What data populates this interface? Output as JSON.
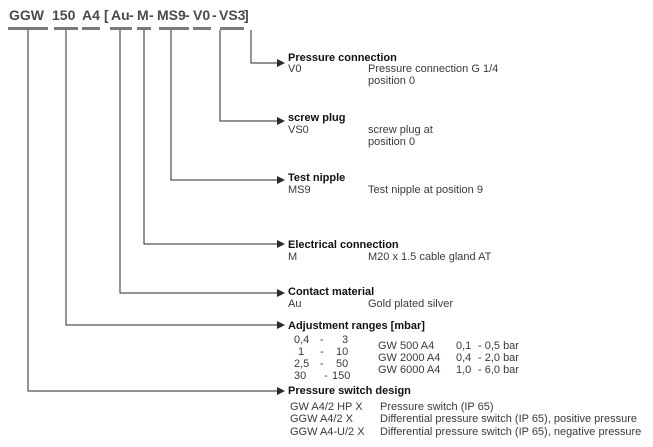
{
  "order_code": {
    "part1": "GGW",
    "part2": "150",
    "part3": "A4",
    "bracket_open": "[",
    "part4": "Au",
    "dash1": "-",
    "part5": "M",
    "dash2": "-",
    "part6": "MS9",
    "dash3": "-",
    "part7": "V0",
    "dash4": "-",
    "part8": "VS3",
    "bracket_close": "]"
  },
  "sections": {
    "pressure_connection": {
      "title": "Pressure connection",
      "code": "V0",
      "desc_line1": "Pressure connection G 1/4",
      "desc_line2": "position 0"
    },
    "screw_plug": {
      "title": "screw plug",
      "code": "VS0",
      "desc_line1": "screw plug at",
      "desc_line2": "position 0"
    },
    "test_nipple": {
      "title": "Test nipple",
      "code": "MS9",
      "desc": "Test nipple at position 9"
    },
    "electrical_connection": {
      "title": "Electrical connection",
      "code": "M",
      "desc": "M20 x 1.5 cable gland AT"
    },
    "contact_material": {
      "title": "Contact material",
      "code": "Au",
      "desc": "Gold plated silver"
    },
    "adjustment_ranges": {
      "title": "Adjustment ranges [mbar]",
      "ranges": [
        {
          "from": "0,4",
          "sep": "-",
          "to": "3"
        },
        {
          "from": "1",
          "sep": "-",
          "to": "10"
        },
        {
          "from": "2,5",
          "sep": "-",
          "to": "50"
        },
        {
          "from": "30",
          "sep": "-",
          "to": "150"
        }
      ],
      "models": [
        {
          "name": "GW  500 A4",
          "from": "0,1",
          "to": "- 0,5 bar"
        },
        {
          "name": "GW 2000 A4",
          "from": "0,4",
          "to": "- 2,0 bar"
        },
        {
          "name": "GW 6000 A4",
          "from": "1,0",
          "to": "- 6,0 bar"
        }
      ]
    },
    "pressure_switch_design": {
      "title": "Pressure switch design",
      "items": [
        {
          "code": "GW A4/2 HP X",
          "desc": "Pressure switch (IP 65)"
        },
        {
          "code": "GGW A4/2 X",
          "desc": "Differential pressure switch (IP 65), positive pressure"
        },
        {
          "code": "GGW A4-U/2 X",
          "desc": "Differential pressure switch (IP 65), negative pressure"
        }
      ]
    }
  }
}
